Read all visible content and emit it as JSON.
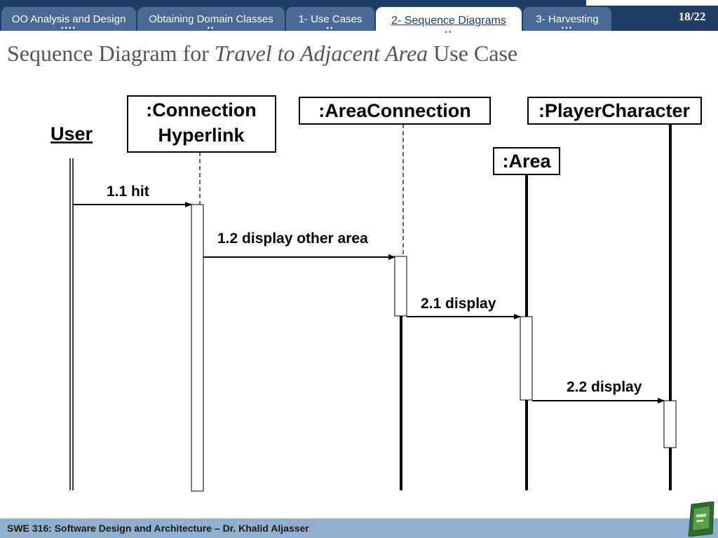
{
  "nav": {
    "tabs": [
      {
        "label": "OO Analysis and Design",
        "dots": "••••"
      },
      {
        "label": "Obtaining Domain Classes",
        "dots": "••"
      },
      {
        "label": "1- Use Cases",
        "dots": "••"
      },
      {
        "label": "2- Sequence Diagrams",
        "dots": "••"
      },
      {
        "label": "3- Harvesting",
        "dots": "•••"
      }
    ],
    "page_number": "18/22"
  },
  "slide": {
    "title_prefix": "Sequence Diagram for ",
    "title_italic": "Travel to Adjacent Area",
    "title_suffix": " Use Case"
  },
  "diagram": {
    "actor": "User",
    "lifelines": {
      "connection_line1": ":Connection",
      "connection_line2": "Hyperlink",
      "area_connection": ":AreaConnection",
      "player_character": ":PlayerCharacter",
      "area": ":Area"
    },
    "messages": [
      {
        "label": "1.1 hit"
      },
      {
        "label": "1.2 display other area"
      },
      {
        "label": "2.1 display"
      },
      {
        "label": "2.2 display"
      }
    ]
  },
  "footer": {
    "text": "SWE 316: Software Design and Architecture – Dr. Khalid Aljasser"
  },
  "colors": {
    "nav_bar": "#1f3f66",
    "tab": "#4a6a96",
    "footer": "#8fb0cf",
    "title": "#555555"
  },
  "icons": {
    "footer_logo": "book-icon"
  }
}
